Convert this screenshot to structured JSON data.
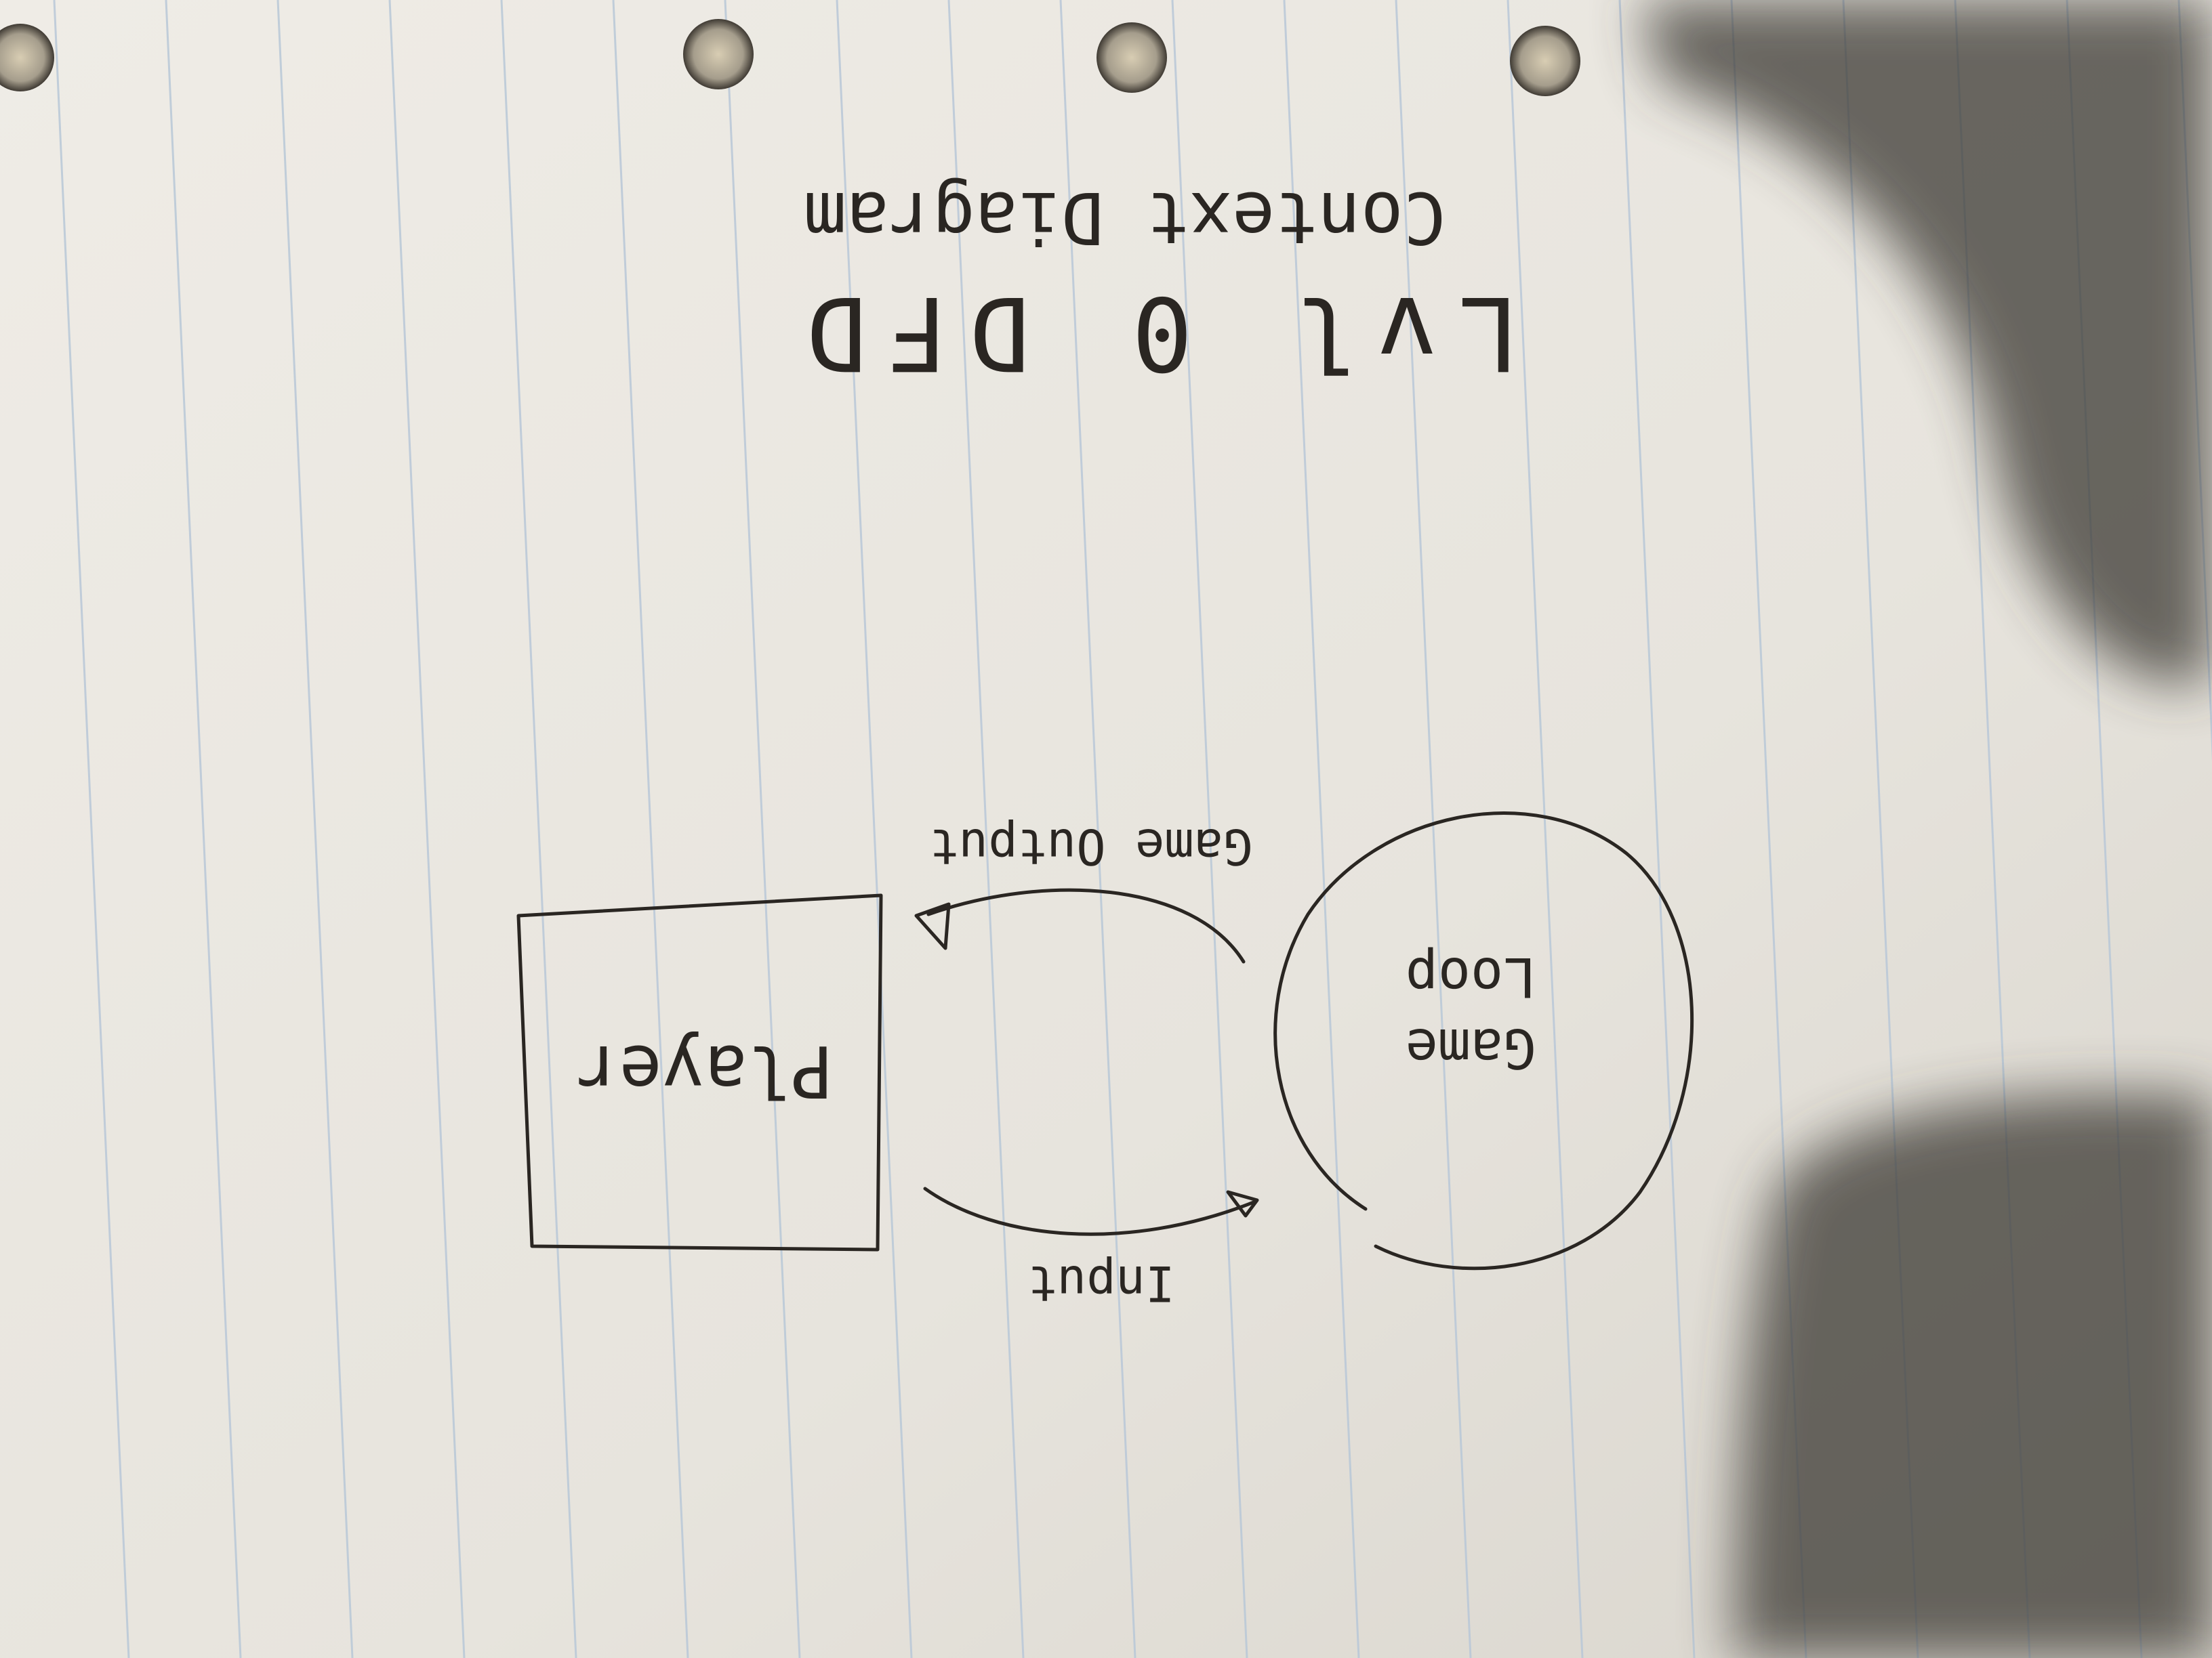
{
  "title": {
    "line1": "Lvl 0 DFD",
    "line2": "Context Diagram"
  },
  "entities": {
    "external": "Player",
    "process": "Game Loop"
  },
  "flows": {
    "to_process": "Input",
    "to_external": "Game Output"
  },
  "colors": {
    "paper": "#ece9e2",
    "rule_line": "#b9c8d8",
    "ink": "#2a2622",
    "shadow": "#3d3a35"
  }
}
